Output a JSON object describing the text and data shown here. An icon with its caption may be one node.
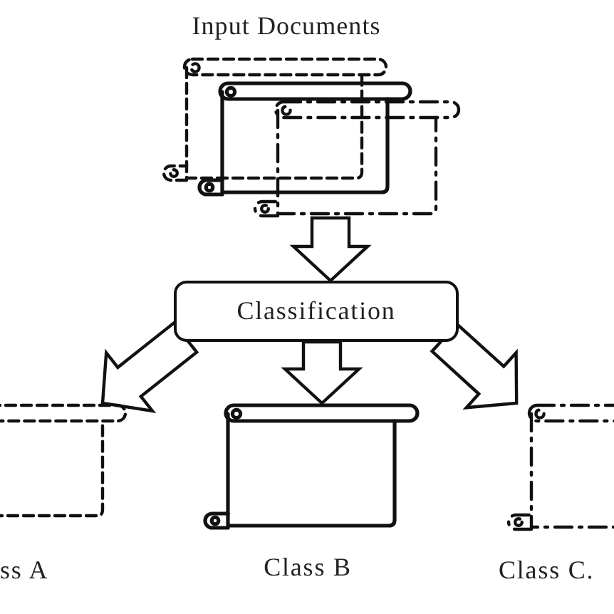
{
  "diagram": {
    "nodes": [
      {
        "text": [],
        "shape": "scroll"
      },
      {
        "text": [],
        "shape": "scroll"
      },
      {
        "text": [],
        "shape": "scroll"
      },
      {
        "text": [
          "Classification"
        ]
      },
      {
        "text": [],
        "shape": "scroll",
        "beside": [
          "ss A"
        ]
      },
      {
        "text": [],
        "shape": "scroll",
        "beside": [
          "Class B"
        ]
      },
      {
        "text": [],
        "shape": "scroll",
        "beside": [
          "Class C."
        ]
      }
    ],
    "edges": [
      {
        "from": 2,
        "to": 3,
        "arrow": "to"
      },
      {
        "from": 3,
        "to": 4,
        "arrow": "to"
      },
      {
        "from": 3,
        "to": 5,
        "arrow": "to"
      },
      {
        "from": 3,
        "to": 6,
        "arrow": "to"
      }
    ],
    "labels": [
      "Input Documents"
    ]
  }
}
